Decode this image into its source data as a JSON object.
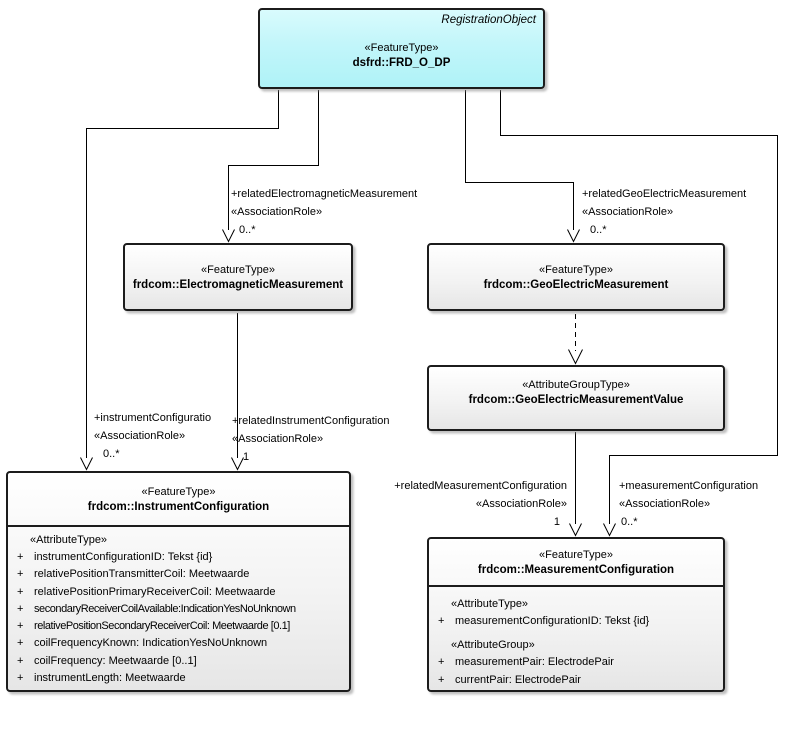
{
  "colors": {
    "accent_fill": "#b9f3f8",
    "class_fill": "#f0f0f0",
    "border": "#1c1c1c",
    "connector": "#000000"
  },
  "classes": {
    "frd": {
      "annotation": "RegistrationObject",
      "stereotype": "«FeatureType»",
      "name": "dsfrd::FRD_O_DP"
    },
    "em": {
      "stereotype": "«FeatureType»",
      "name": "frdcom::ElectromagneticMeasurement"
    },
    "gem": {
      "stereotype": "«FeatureType»",
      "name": "frdcom::GeoElectricMeasurement"
    },
    "gemv": {
      "stereotype": "«AttributeGroupType»",
      "name": "frdcom::GeoElectricMeasurementValue"
    },
    "ic": {
      "stereotype": "«FeatureType»",
      "name": "frdcom::InstrumentConfiguration",
      "section_label": "«AttributeType»",
      "attrs": [
        {
          "vis": "+",
          "text": "instrumentConfigurationID: Tekst {id}"
        },
        {
          "vis": "+",
          "text": "relativePositionTransmitterCoil: Meetwaarde"
        },
        {
          "vis": "+",
          "text": "relativePositionPrimaryReceiverCoil: Meetwaarde"
        },
        {
          "vis": "+",
          "text": "secondaryReceiverCoilAvailable:IndicationYesNoUnknown"
        },
        {
          "vis": "+",
          "text": "relativePositionSecondaryReceiverCoil: Meetwaarde [0.1]"
        },
        {
          "vis": "+",
          "text": "coilFrequencyKnown: IndicationYesNoUnknown"
        },
        {
          "vis": "+",
          "text": "coilFrequency: Meetwaarde [0..1]"
        },
        {
          "vis": "+",
          "text": "instrumentLength: Meetwaarde"
        }
      ]
    },
    "mc": {
      "stereotype": "«FeatureType»",
      "name": "frdcom::MeasurementConfiguration",
      "attr_type_label": "«AttributeType»",
      "attr_type_attrs": [
        {
          "vis": "+",
          "text": "measurementConfigurationID: Tekst {id}"
        }
      ],
      "attr_group_label": "«AttributeGroup»",
      "attr_group_attrs": [
        {
          "vis": "+",
          "text": "measurementPair: ElectrodePair"
        },
        {
          "vis": "+",
          "text": "currentPair: ElectrodePair"
        }
      ]
    }
  },
  "roles": {
    "related_em": {
      "name": "+relatedElectromagneticMeasurement",
      "stereotype": "«AssociationRole»",
      "mult": "0..*"
    },
    "related_gem": {
      "name": "+relatedGeoElectricMeasurement",
      "stereotype": "«AssociationRole»",
      "mult": "0..*"
    },
    "instrument_config": {
      "name": "+instrumentConfiguratio",
      "stereotype": "«AssociationRole»",
      "mult": "0..*"
    },
    "related_ic": {
      "name": "+relatedInstrumentConfiguration",
      "stereotype": "«AssociationRole»",
      "mult": "1"
    },
    "related_mc": {
      "name": "+relatedMeasurementConfiguration",
      "stereotype": "«AssociationRole»",
      "mult": "1"
    },
    "measurement_config": {
      "name": "+measurementConfiguration",
      "stereotype": "«AssociationRole»",
      "mult": "0..*"
    }
  }
}
